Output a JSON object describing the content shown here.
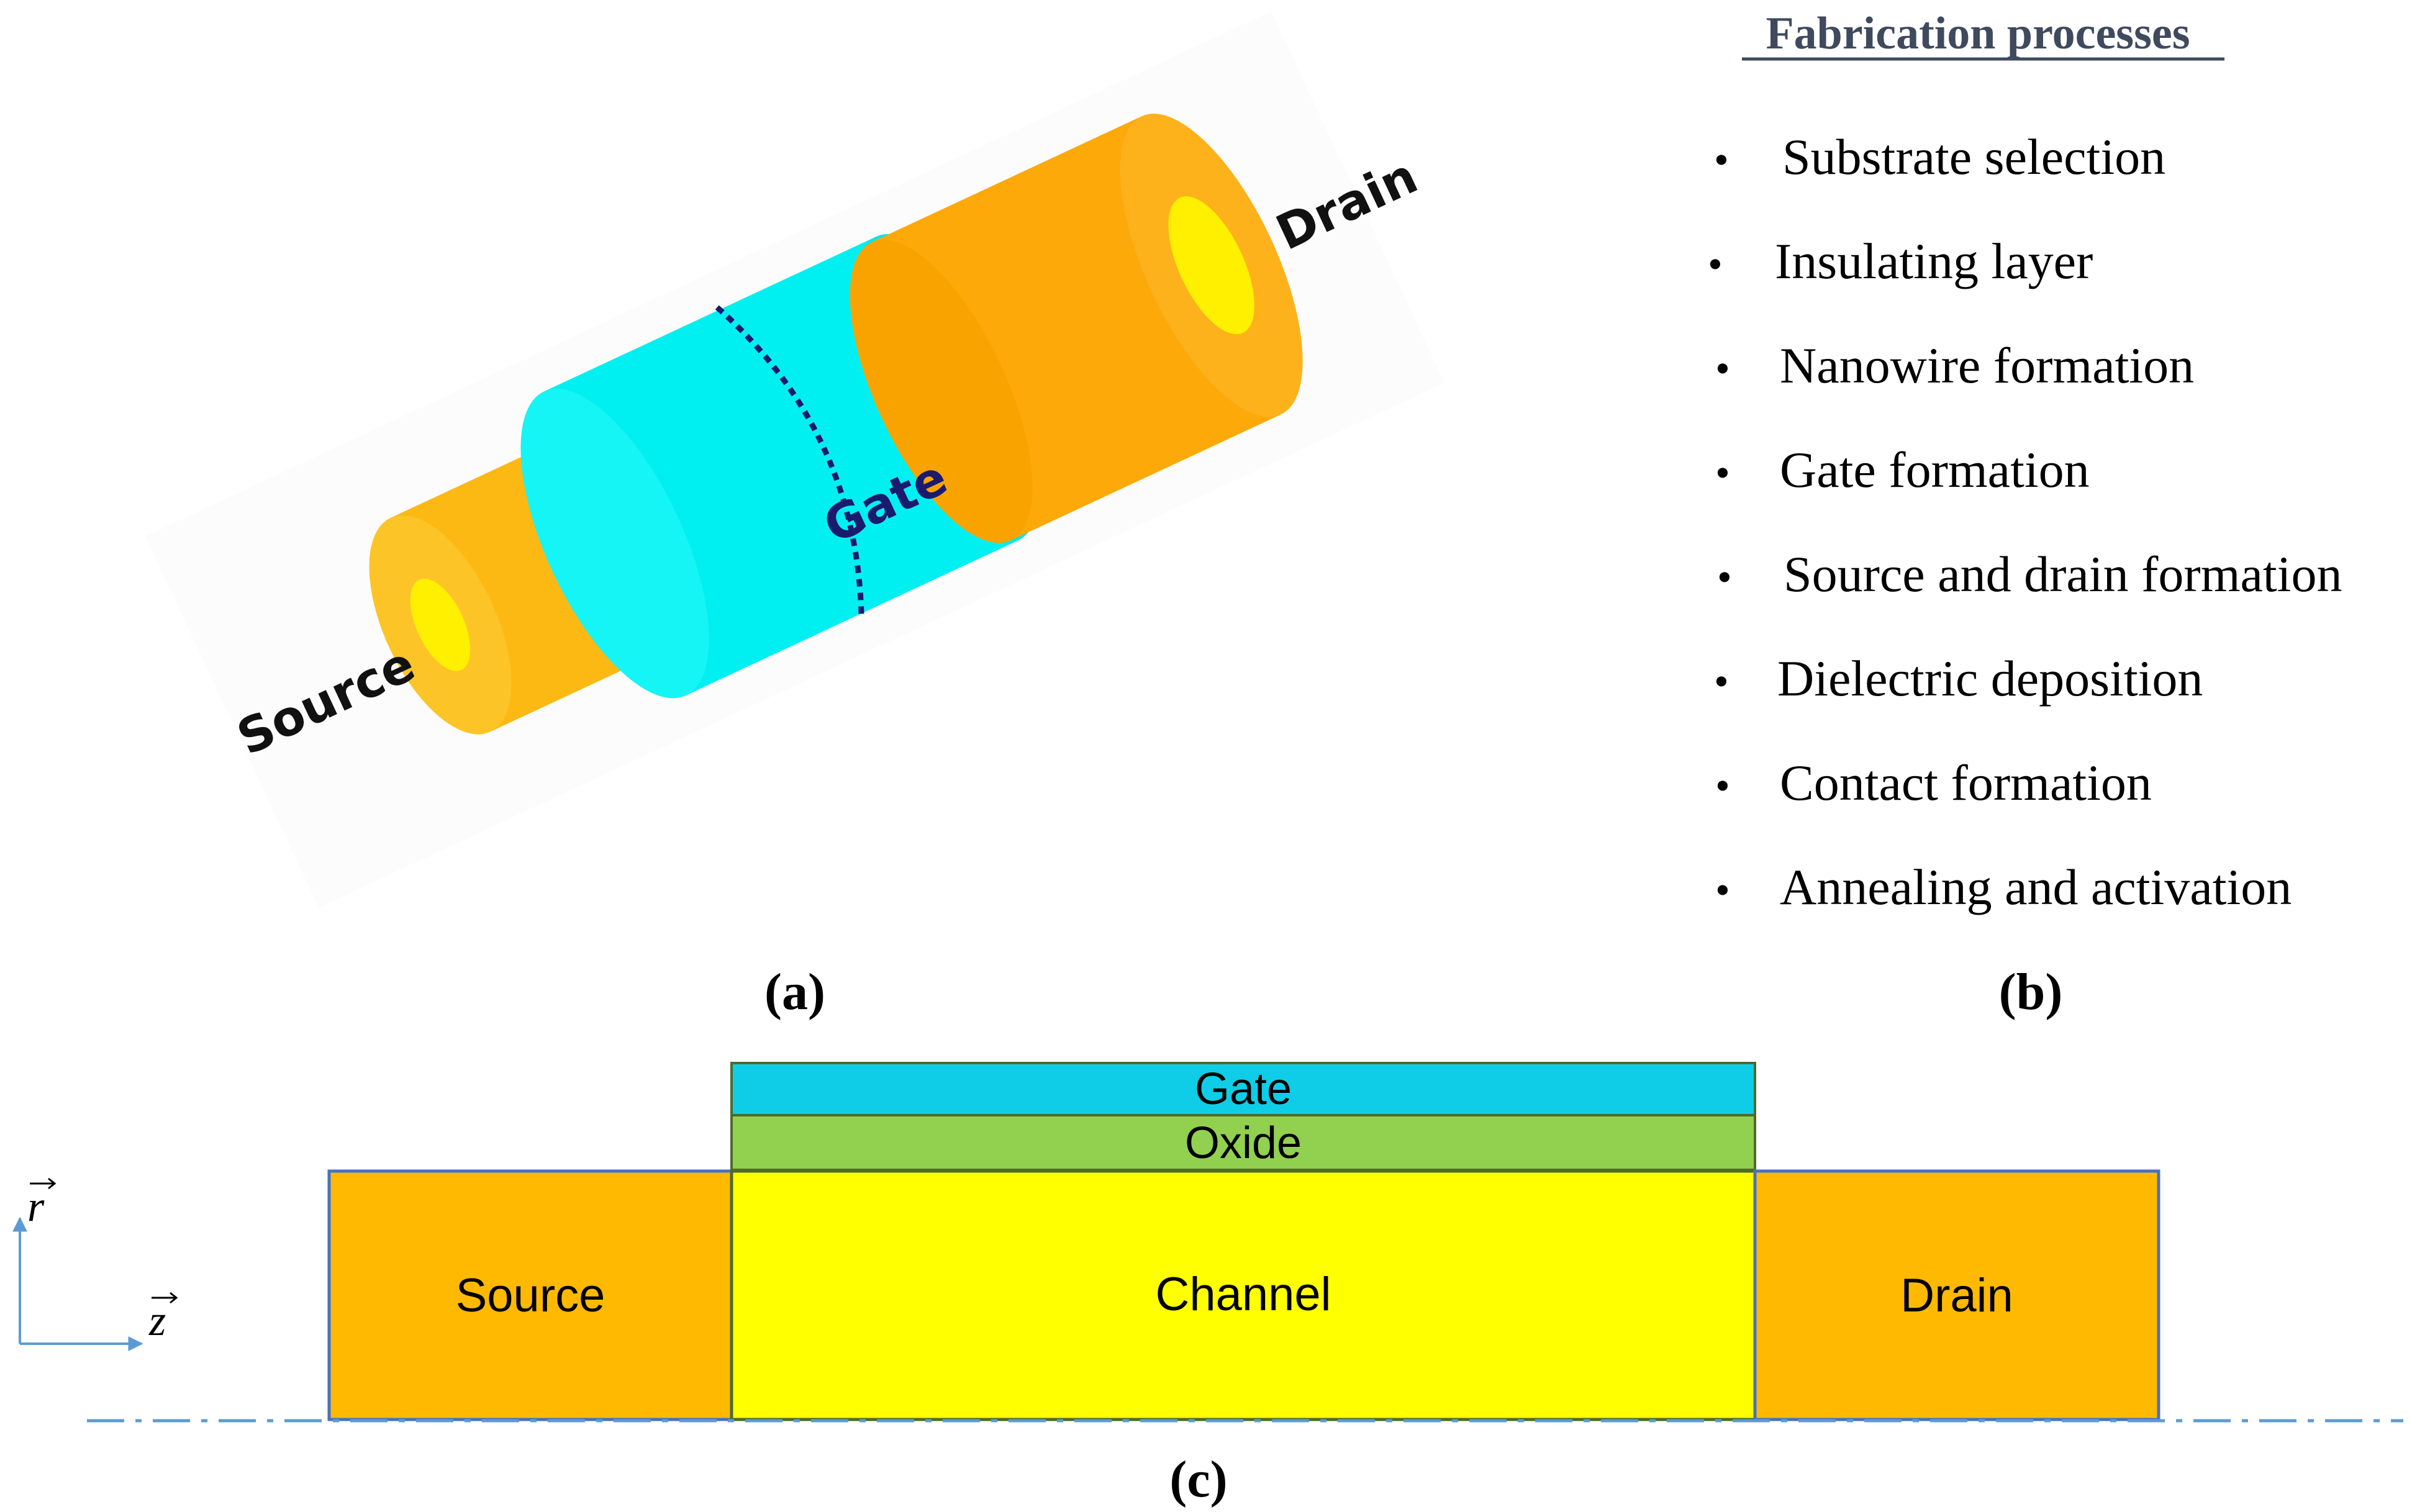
{
  "panel_a": {
    "caption": "(a)",
    "labels": {
      "source": "Source",
      "gate": "Gate",
      "drain": "Drain"
    },
    "colors": {
      "source": "#FDB913",
      "gate": "#00F0F2",
      "drain": "#FDA90A",
      "core": "#FFF000",
      "gate_line": "#1A1A6E"
    }
  },
  "panel_b": {
    "caption": "(b)",
    "title": "Fabrication processes",
    "bullet": "•",
    "items": [
      "Substrate selection",
      "Insulating layer",
      "Nanowire formation",
      "Gate formation",
      "Source and drain formation",
      "Dielectric deposition",
      "Contact formation",
      "Annealing and activation"
    ]
  },
  "panel_c": {
    "caption": "(c)",
    "labels": {
      "gate": "Gate",
      "oxide": "Oxide",
      "source": "Source",
      "channel": "Channel",
      "drain": "Drain"
    },
    "axes": {
      "r": "r",
      "z": "z"
    },
    "colors": {
      "gate": "#0FCDE6",
      "oxide": "#92D050",
      "source": "#FFB900",
      "channel": "#FFFF00",
      "drain": "#FFB900",
      "outline": "#4472C4",
      "axis": "#5B9BD5"
    }
  }
}
